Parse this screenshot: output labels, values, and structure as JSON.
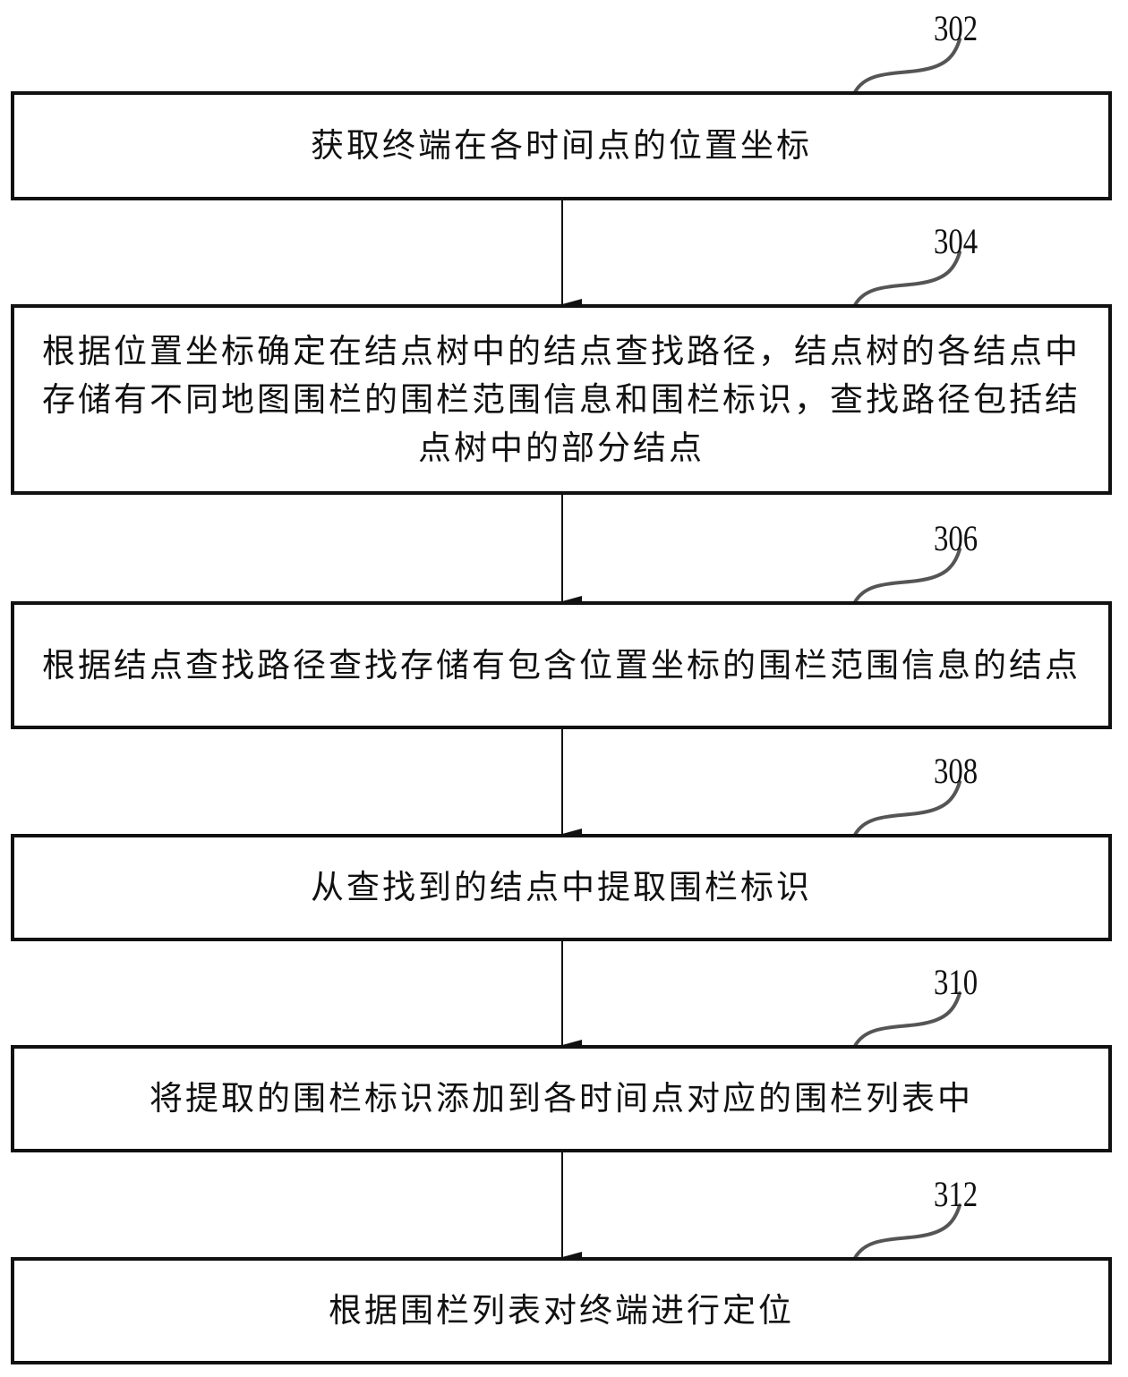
{
  "diagram": {
    "type": "flowchart",
    "steps": [
      {
        "id": "302",
        "label": "302",
        "text": "获取终端在各时间点的位置坐标"
      },
      {
        "id": "304",
        "label": "304",
        "text": "根据位置坐标确定在结点树中的结点查找路径，结点树的各结点中存储有不同地图围栏的围栏范围信息和围栏标识，查找路径包括结点树中的部分结点"
      },
      {
        "id": "306",
        "label": "306",
        "text": "根据结点查找路径查找存储有包含位置坐标的围栏范围信息的结点"
      },
      {
        "id": "308",
        "label": "308",
        "text": "从查找到的结点中提取围栏标识"
      },
      {
        "id": "310",
        "label": "310",
        "text": "将提取的围栏标识添加到各时间点对应的围栏列表中"
      },
      {
        "id": "312",
        "label": "312",
        "text": "根据围栏列表对终端进行定位"
      }
    ],
    "edges": [
      {
        "from": "302",
        "to": "304"
      },
      {
        "from": "304",
        "to": "306"
      },
      {
        "from": "306",
        "to": "308"
      },
      {
        "from": "308",
        "to": "310"
      },
      {
        "from": "310",
        "to": "312"
      }
    ],
    "colors": {
      "stroke": "#111111",
      "leader": "#555555",
      "background": "#ffffff"
    }
  }
}
